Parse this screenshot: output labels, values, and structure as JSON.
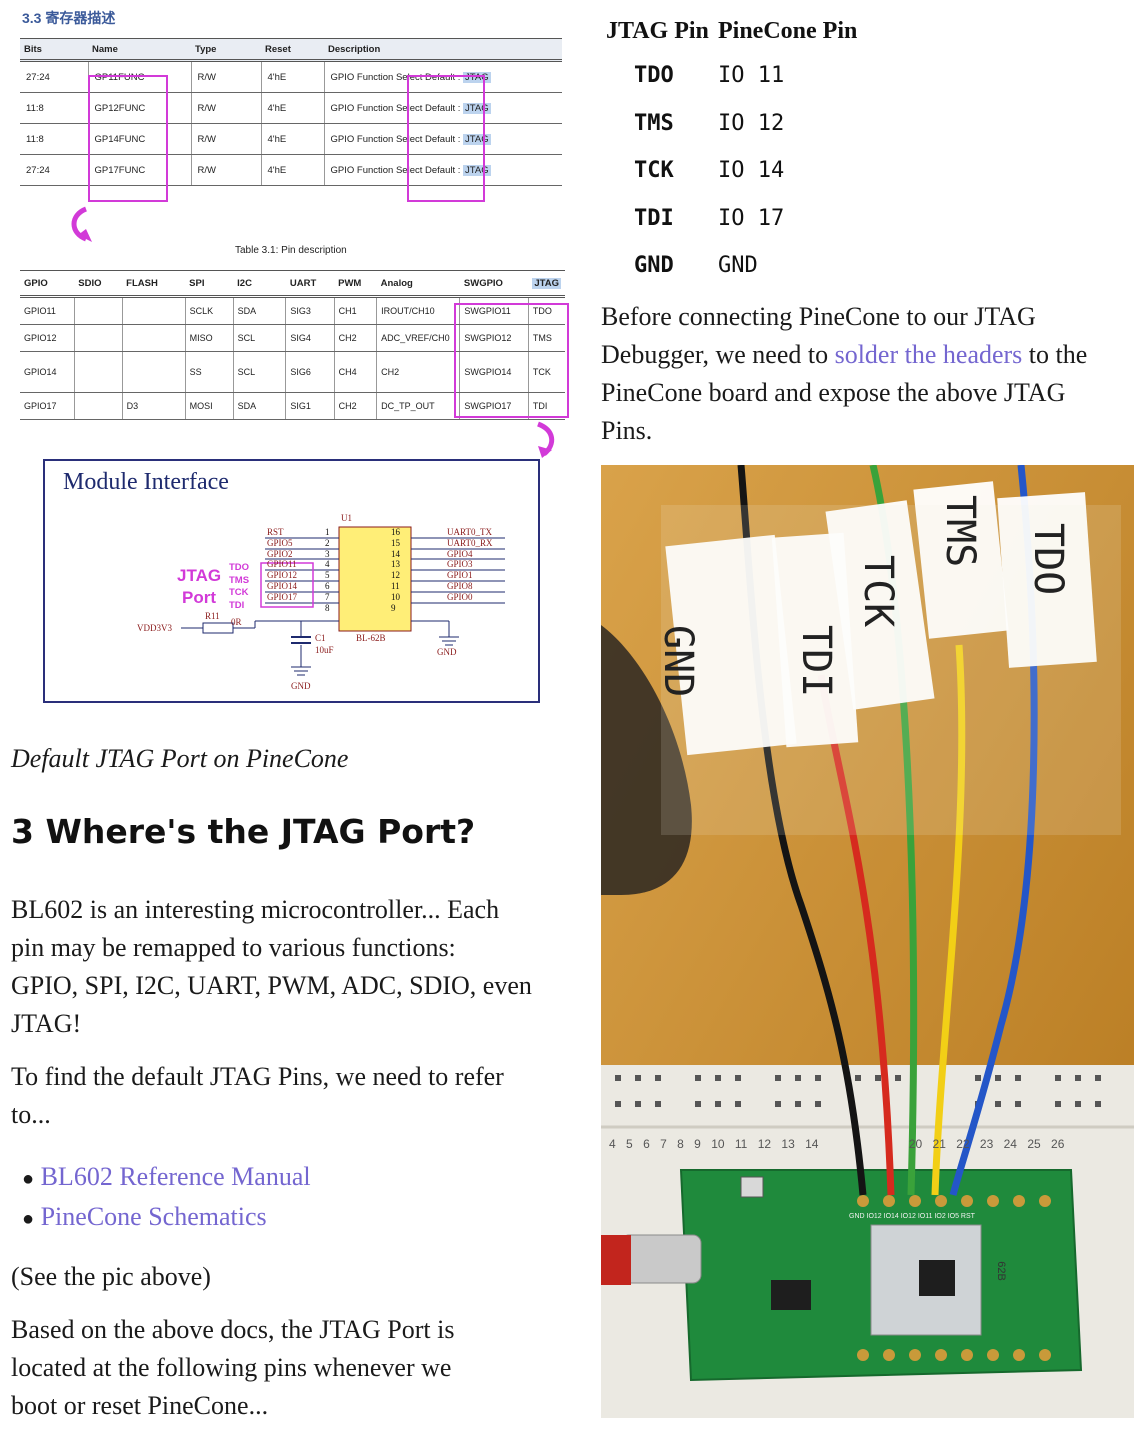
{
  "register_section": {
    "title": "3.3 寄存器描述",
    "headers": [
      "Bits",
      "Name",
      "Type",
      "Reset",
      "Description"
    ],
    "rows": [
      {
        "bits": "27:24",
        "name": "GP11FUNC",
        "type": "R/W",
        "reset": "4'hE",
        "desc": "GPIO Function Select",
        "default": "Default :",
        "jtag": "JTAG"
      },
      {
        "bits": "11:8",
        "name": "GP12FUNC",
        "type": "R/W",
        "reset": "4'hE",
        "desc": "GPIO Function Select",
        "default": "Default :",
        "jtag": "JTAG"
      },
      {
        "bits": "11:8",
        "name": "GP14FUNC",
        "type": "R/W",
        "reset": "4'hE",
        "desc": "GPIO Function Select",
        "default": "Default :",
        "jtag": "JTAG"
      },
      {
        "bits": "27:24",
        "name": "GP17FUNC",
        "type": "R/W",
        "reset": "4'hE",
        "desc": "GPIO Function Select",
        "default": "Default :",
        "jtag": "JTAG"
      }
    ]
  },
  "pin_section": {
    "caption": "Table 3.1: Pin description",
    "headers": [
      "GPIO",
      "SDIO",
      "FLASH",
      "SPI",
      "I2C",
      "UART",
      "PWM",
      "Analog",
      "SWGPIO",
      "JTAG"
    ],
    "rows": [
      [
        "GPIO11",
        "",
        "",
        "SCLK",
        "SDA",
        "SIG3",
        "CH1",
        "IROUT/CH10",
        "SWGPIO11",
        "TDO"
      ],
      [
        "GPIO12",
        "",
        "",
        "MISO",
        "SCL",
        "SIG4",
        "CH2",
        "ADC_VREF/CH0",
        "SWGPIO12",
        "TMS"
      ],
      [
        "GPIO14",
        "",
        "",
        "SS",
        "SCL",
        "SIG6",
        "CH4",
        "CH2",
        "SWGPIO14",
        "TCK"
      ],
      [
        "GPIO17",
        "",
        "D3",
        "MOSI",
        "SDA",
        "SIG1",
        "CH2",
        "DC_TP_OUT",
        "SWGPIO17",
        "TDI"
      ]
    ]
  },
  "module_interface": {
    "title": "Module Interface",
    "chip_ref": "U1",
    "chip_name": "BL-62B",
    "jtag_label_1": "JTAG",
    "jtag_label_2": "Port",
    "left_nets": [
      "RST",
      "GPIO5",
      "GPIO2",
      "GPIO11",
      "GPIO12",
      "GPIO14",
      "GPIO17"
    ],
    "left_pins": [
      "1",
      "2",
      "3",
      "4",
      "5",
      "6",
      "7",
      "8"
    ],
    "jtag_signals": [
      "TDO",
      "TMS",
      "TCK",
      "TDI"
    ],
    "right_nets": [
      "UART0_TX",
      "UART0_RX",
      "GPIO4",
      "GPIO3",
      "GPIO1",
      "GPIO8",
      "GPIO0"
    ],
    "right_pins": [
      "16",
      "15",
      "14",
      "13",
      "12",
      "11",
      "10",
      "9"
    ],
    "vdd": "VDD3V3",
    "resistor": "R11",
    "resistor_val": "0R",
    "cap": "C1",
    "cap_val": "10uF",
    "gnd": "GND"
  },
  "left_text": {
    "caption": "Default JTAG Port on PineCone",
    "heading": "3 Where's the JTAG Port?",
    "para1_lines": [
      "BL602 is an interesting microcontroller... Each",
      "pin may be remapped to various functions:",
      "GPIO, SPI, I2C, UART, PWM, ADC, SDIO, even",
      "JTAG!"
    ],
    "para2_lines": [
      "To find the default JTAG Pins, we need to refer",
      "to..."
    ],
    "links": [
      "BL602 Reference Manual",
      "PineCone Schematics"
    ],
    "para3": "(See the pic above)",
    "para4_lines": [
      "Based on the above docs, the JTAG Port is",
      "located at the following pins whenever we",
      "boot or reset PineCone..."
    ]
  },
  "jtag_table": {
    "header_left": "JTAG Pin",
    "header_right": "PineCone Pin",
    "rows": [
      {
        "jtag": "TDO",
        "pine": "IO 11"
      },
      {
        "jtag": "TMS",
        "pine": "IO 12"
      },
      {
        "jtag": "TCK",
        "pine": "IO 14"
      },
      {
        "jtag": "TDI",
        "pine": "IO 17"
      },
      {
        "jtag": "GND",
        "pine": "GND"
      }
    ]
  },
  "right_text": {
    "line1": "Before connecting PineCone to our JTAG",
    "line2_pre": "Debugger, we need to ",
    "line2_link": "solder the headers",
    "line2_post": " to the",
    "line3": "PineCone board and expose the above JTAG",
    "line4": "Pins."
  },
  "photo": {
    "wire_labels": [
      "GND",
      "TDI",
      "TCK",
      "TMS",
      "TDO"
    ],
    "row_numbers": [
      "4",
      "5",
      "6",
      "7",
      "8",
      "9",
      "10",
      "11",
      "12",
      "13",
      "14",
      "20",
      "21",
      "22",
      "23",
      "24",
      "25",
      "26"
    ],
    "header_silk": "GND IO12 IO14 IO12 IO11 IO2 IO5 RST",
    "module_mark": "62B",
    "colors": {
      "wire_black": "#141414",
      "wire_red": "#d62a1e",
      "wire_green": "#3aa23a",
      "wire_yellow": "#f2cf16",
      "wire_blue": "#2456c8",
      "pcb": "#1f8a3c",
      "breadboard": "#ebe9e2"
    }
  },
  "colors": {
    "highlight": "#d23ad8",
    "link": "#7466d0",
    "reg_title": "#3b5a9a",
    "module_border": "#2a2f7a"
  }
}
